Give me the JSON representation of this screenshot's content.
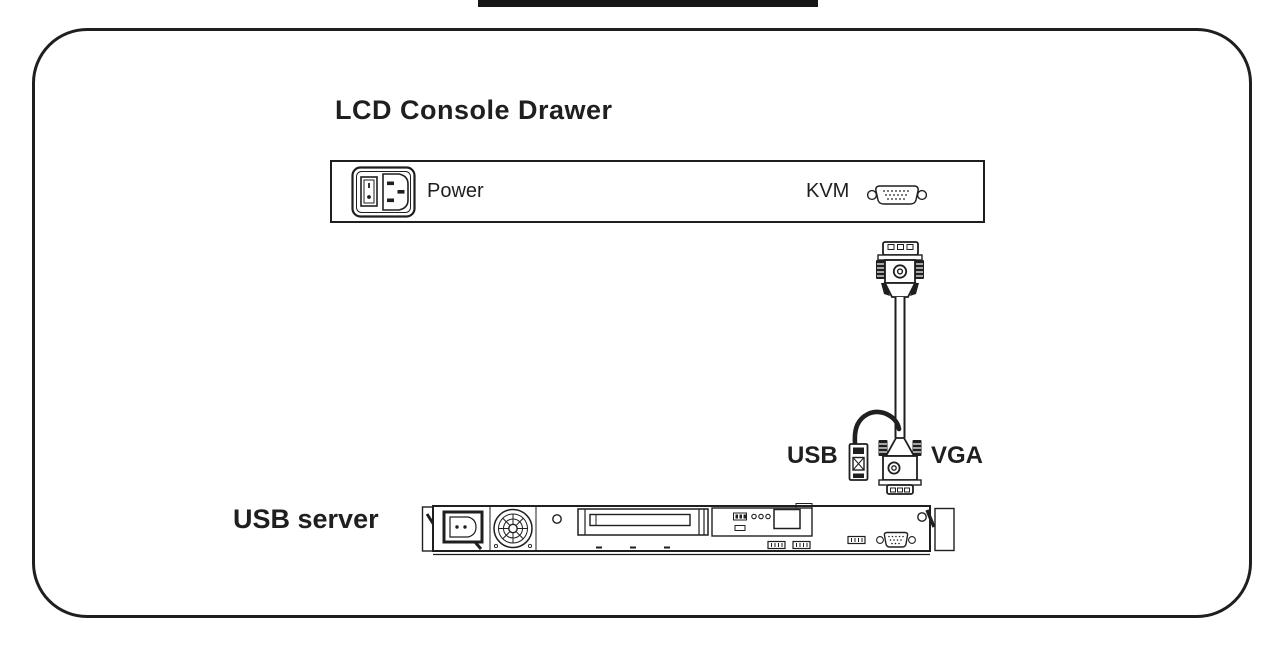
{
  "colors": {
    "ink": "#1f1f1f",
    "paper": "#ffffff",
    "top_bar": "#161616"
  },
  "title": "LCD Console Drawer",
  "console_drawer": {
    "power_label": "Power",
    "kvm_label": "KVM"
  },
  "cable": {
    "usb_label": "USB",
    "vga_label": "VGA"
  },
  "usb_server": {
    "label": "USB server"
  }
}
